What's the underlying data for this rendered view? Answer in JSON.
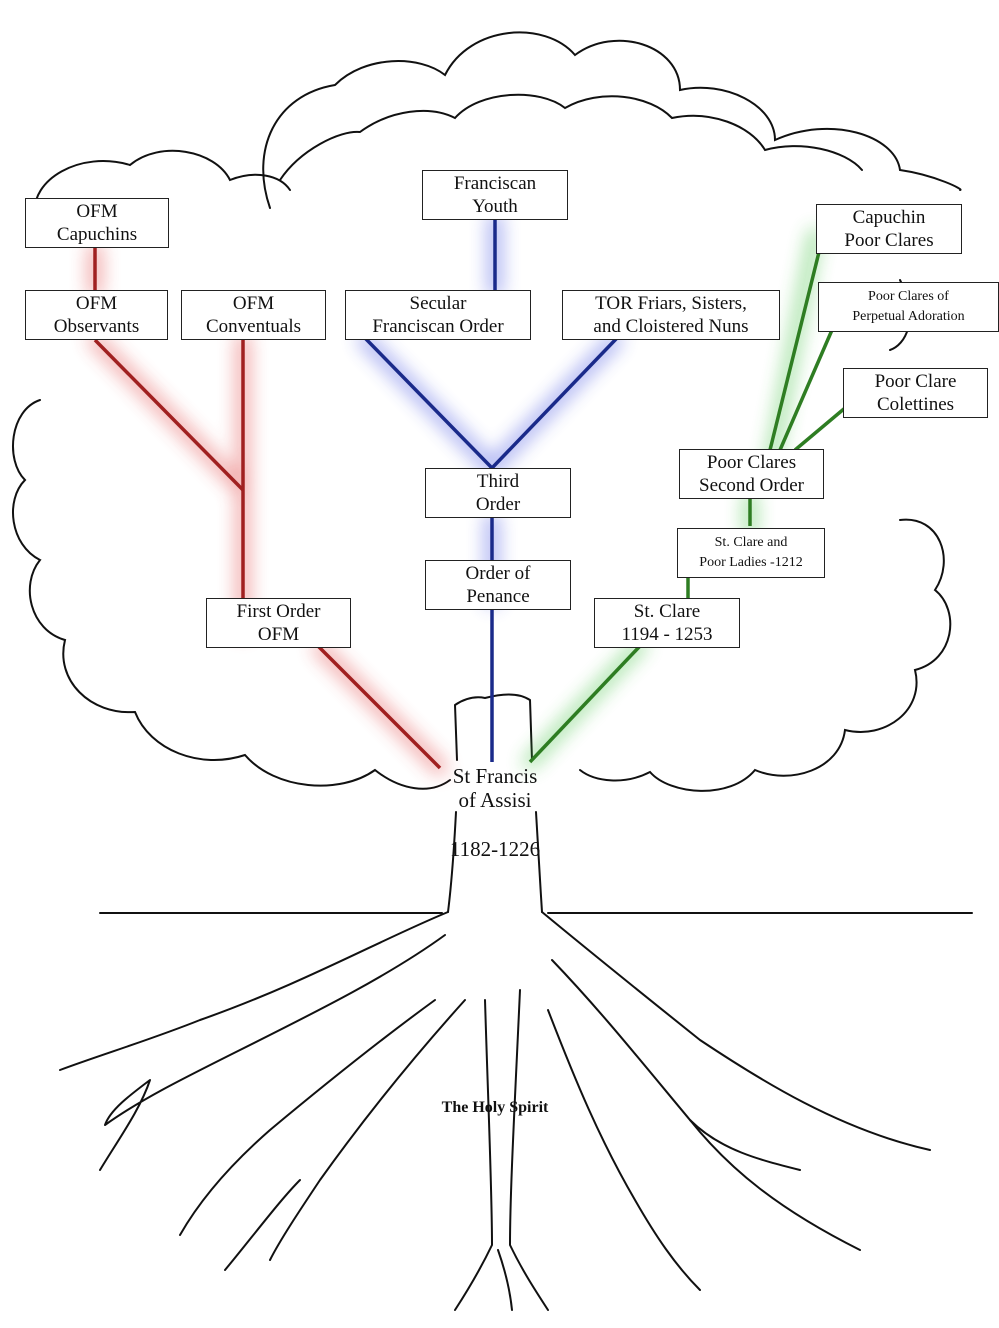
{
  "colors": {
    "first_order": "#a02020",
    "third_order": "#1a2a8a",
    "second_order": "#2e7d22",
    "outline": "#111111"
  },
  "root": {
    "line1": "St Francis",
    "line2": "of Assisi",
    "dates": "1182-1226"
  },
  "roots_label": "The Holy Spirit",
  "first_order": {
    "main": {
      "line1": "First Order",
      "line2": "OFM"
    },
    "conventuals": {
      "line1": "OFM",
      "line2": "Conventuals"
    },
    "observants": {
      "line1": "OFM",
      "line2": "Observants"
    },
    "capuchins": {
      "line1": "OFM",
      "line2": "Capuchins"
    }
  },
  "third_order": {
    "penance": {
      "line1": "Order of",
      "line2": "Penance"
    },
    "main": {
      "line1": "Third",
      "line2": "Order"
    },
    "secular": {
      "line1": "Secular",
      "line2": "Franciscan Order"
    },
    "tor": {
      "line1": "TOR Friars, Sisters,",
      "line2": "and Cloistered Nuns"
    },
    "youth": {
      "line1": "Franciscan",
      "line2": "Youth"
    }
  },
  "second_order": {
    "clare": {
      "line1": "St. Clare",
      "line2": "1194 - 1253"
    },
    "poor_ladies": {
      "line1": "St. Clare and",
      "line2": "Poor Ladies -1212"
    },
    "main": {
      "line1": "Poor Clares",
      "line2": "Second Order"
    },
    "colettines": {
      "line1": "Poor Clare",
      "line2": "Colettines"
    },
    "perpetual": {
      "line1": "Poor Clares of",
      "line2": "Perpetual Adoration"
    },
    "capuchin": {
      "line1": "Capuchin",
      "line2": "Poor Clares"
    }
  }
}
